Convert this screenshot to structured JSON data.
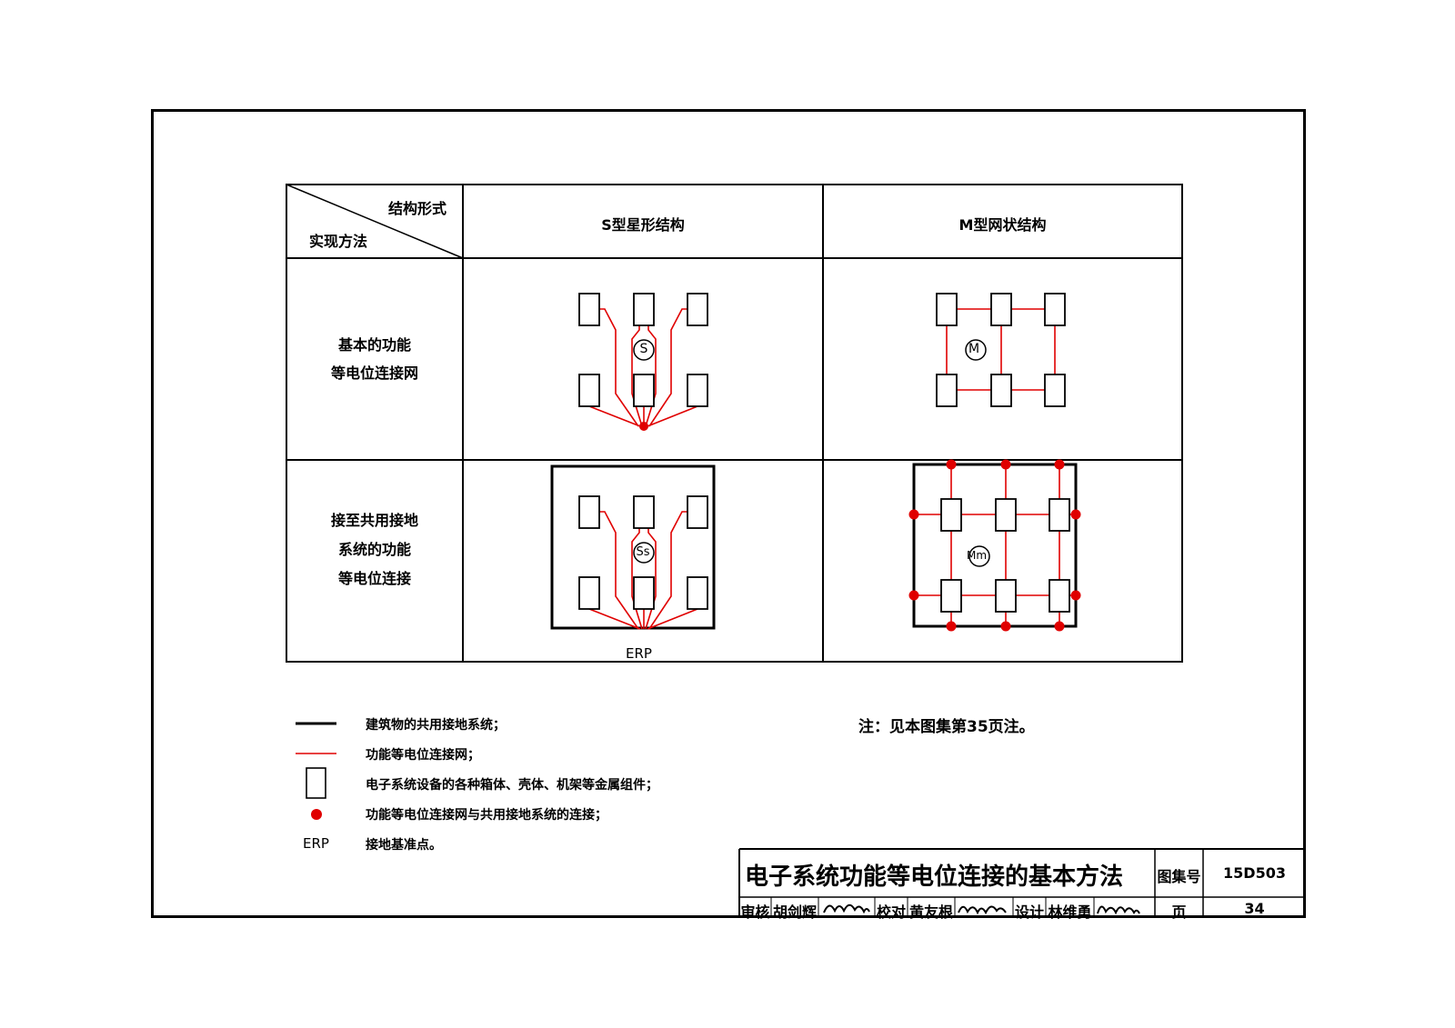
{
  "table": {
    "header_top": "结构形式",
    "header_bottom": "实现方法",
    "col_s": "S型星形结构",
    "col_m": "M型网状结构",
    "row1_line1": "基本的功能",
    "row1_line2": "等电位连接网",
    "row2_line1": "接至共用接地",
    "row2_line2": "系统的功能",
    "row2_line3": "等电位连接"
  },
  "symbols": {
    "s": "S",
    "m": "M",
    "ss": "Ss",
    "mm": "Mm",
    "erp": "ERP"
  },
  "legend": {
    "item1": "建筑物的共用接地系统；",
    "item2": "功能等电位连接网；",
    "item3": "电子系统设备的各种箱体、壳体、机架等金属组件；",
    "item4": "功能等电位连接网与共用接地系统的连接；",
    "item5_symbol": "ERP",
    "item5": "接地基准点。"
  },
  "note": "注：见本图集第35页注。",
  "title_block": {
    "title": "电子系统功能等电位连接的基本方法",
    "atlas_label": "图集号",
    "atlas_no": "15D503",
    "review_label": "审核",
    "reviewer": "胡剑辉",
    "check_label": "校对",
    "checker": "黄友根",
    "design_label": "设计",
    "designer": "林维勇",
    "page_label": "页",
    "page_no": "34"
  },
  "colors": {
    "line": "#000000",
    "red": "#e00000"
  },
  "icons": [
    "signature-reviewer",
    "signature-checker",
    "signature-designer"
  ]
}
